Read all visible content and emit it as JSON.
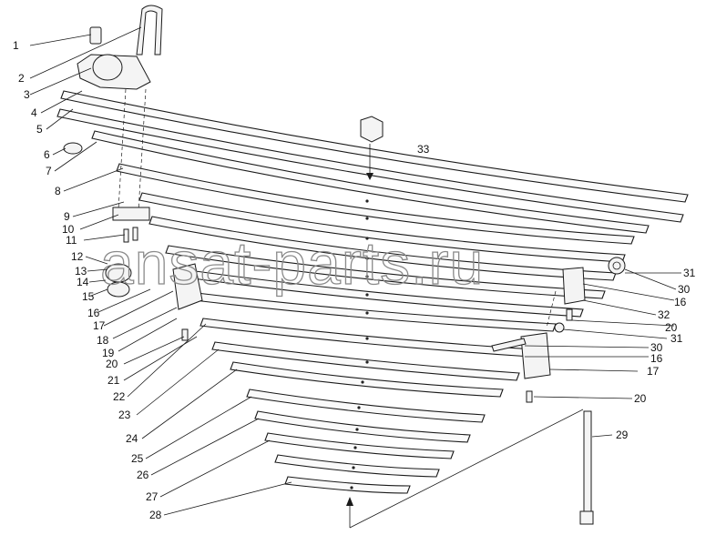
{
  "diagram": {
    "watermark": "ansat-parts.ru",
    "callouts": [
      "1",
      "2",
      "3",
      "4",
      "5",
      "6",
      "7",
      "8",
      "9",
      "10",
      "11",
      "12",
      "13",
      "14",
      "15",
      "16",
      "17",
      "18",
      "19",
      "20",
      "21",
      "22",
      "23",
      "24",
      "25",
      "26",
      "27",
      "28",
      "29",
      "30",
      "31",
      "32",
      "33"
    ],
    "right_labels": [
      "31",
      "30",
      "16",
      "32",
      "20",
      "31",
      "30",
      "16",
      "17",
      "20"
    ]
  }
}
